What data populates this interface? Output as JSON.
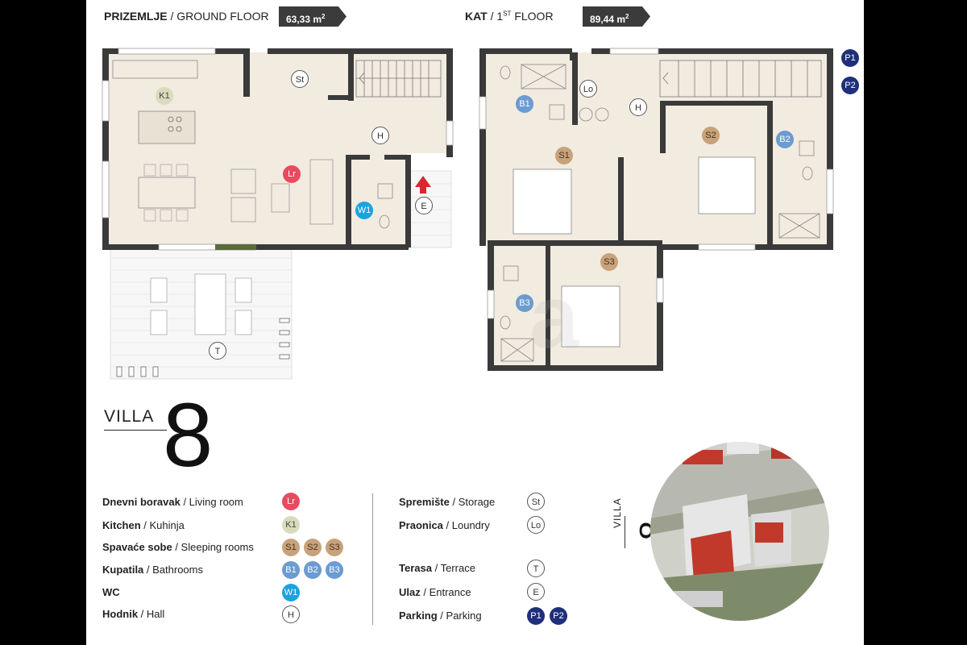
{
  "ground_floor": {
    "label_bold": "PRIZEMLJE",
    "label_rest": " / GROUND FLOOR",
    "area": "63,33 m",
    "area_sup": "2"
  },
  "first_floor": {
    "label_bold": "KAT",
    "label_mid": " / 1",
    "label_sup": "ST",
    "label_end": " FLOOR",
    "area": "89,44 m",
    "area_sup": "2"
  },
  "room_codes": {
    "k1": "K1",
    "st": "St",
    "h": "H",
    "lr": "Lr",
    "w1": "W1",
    "e": "E",
    "t": "T",
    "b1": "B1",
    "b2": "B2",
    "b3": "B3",
    "s1": "S1",
    "s2": "S2",
    "s3": "S3",
    "lo": "Lo",
    "p1": "P1",
    "p2": "P2"
  },
  "villa": {
    "word": "VILLA",
    "number": "8"
  },
  "legend_left": [
    {
      "bold": "Dnevni boravak",
      "rest": " / Living room"
    },
    {
      "bold": "Kitchen",
      "rest": " / Kuhinja"
    },
    {
      "bold": "Spavaće sobe",
      "rest": " / Sleeping rooms"
    },
    {
      "bold": "Kupatila",
      "rest": " / Bathrooms"
    },
    {
      "bold": "WC",
      "rest": ""
    },
    {
      "bold": "Hodnik",
      "rest": " / Hall"
    }
  ],
  "legend_right": [
    {
      "bold": "Spremište",
      "rest": " / Storage"
    },
    {
      "bold": "Praonica",
      "rest": " / Loundry"
    },
    {
      "bold": "Terasa",
      "rest": " / Terrace"
    },
    {
      "bold": "Ulaz",
      "rest": " / Entrance"
    },
    {
      "bold": "Parking",
      "rest": " / Parking"
    }
  ],
  "colors": {
    "floor": "#f2ebe0",
    "wall": "#3a3a3a",
    "living": "#e84a5f",
    "kitchen": "#d9dcbc",
    "sleeping": "#c7a27a",
    "bathroom": "#6b9bd1",
    "wc": "#1aa3df",
    "parking": "#1f2f7a",
    "entrance_arrow": "#d7282f"
  }
}
